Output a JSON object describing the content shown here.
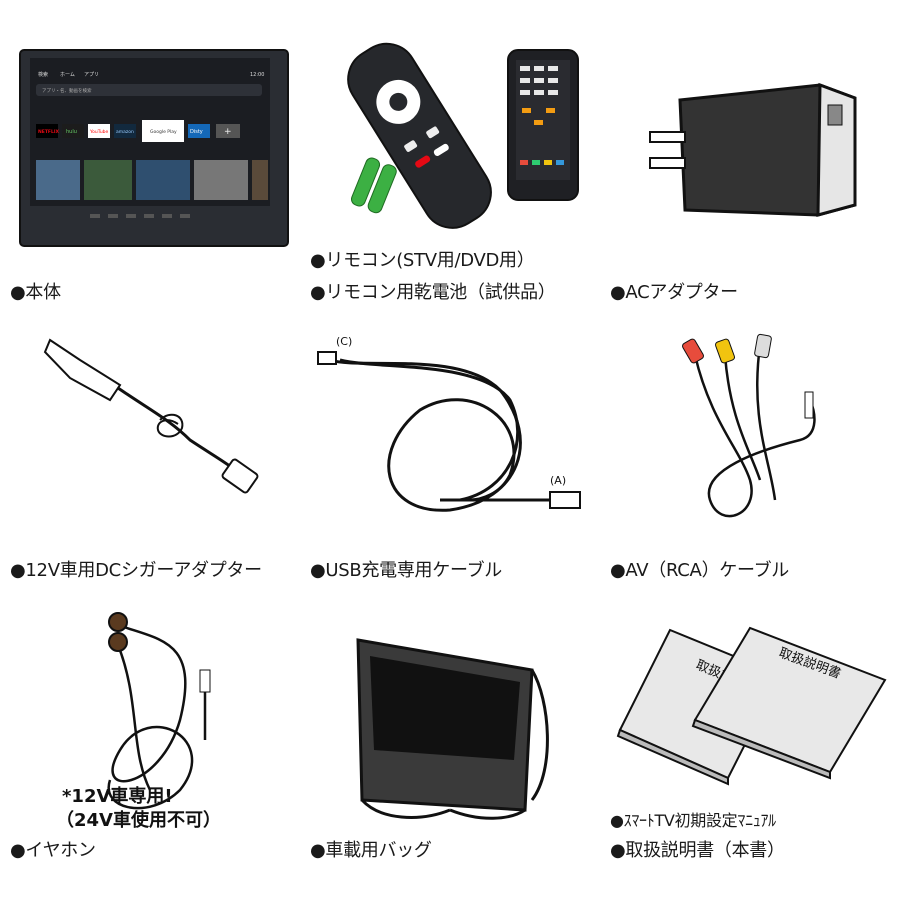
{
  "items": [
    {
      "id": "main-unit",
      "captions": [
        "●本体"
      ]
    },
    {
      "id": "remotes",
      "captions": [
        "●リモコン(STV用/DVD用）",
        "●リモコン用乾電池（試供品）"
      ]
    },
    {
      "id": "ac-adapter",
      "captions": [
        "●ACアダプター"
      ]
    },
    {
      "id": "dc-adapter",
      "captions": [
        "●12V車用DCシガーアダプター"
      ],
      "note": [
        "*12V車専用!",
        "（24V車使用不可）"
      ]
    },
    {
      "id": "usb-cable",
      "captions": [
        "●USB充電専用ケーブル"
      ],
      "labels": {
        "c": "(C)",
        "a": "(A)"
      }
    },
    {
      "id": "av-cable",
      "captions": [
        "●AV（RCA）ケーブル"
      ]
    },
    {
      "id": "earphones",
      "captions": [
        "●イヤホン"
      ]
    },
    {
      "id": "car-bag",
      "captions": [
        "●車載用バッグ"
      ]
    },
    {
      "id": "manuals",
      "captions": [
        "●ｽﾏｰﾄTV初期設定ﾏﾆｭｱﾙ",
        "●取扱説明書（本書）"
      ],
      "book_title": "取扱説明書"
    }
  ],
  "tv_screen": {
    "menu": [
      "検索",
      "ホーム",
      "アプリ"
    ],
    "clock": "12:00",
    "search_hint": "アプリ・名、動画を検索",
    "apps": [
      "NETFLIX",
      "hulu",
      "YouTube",
      "amazon",
      "Google Play",
      "Disty",
      "+"
    ]
  },
  "colors": {
    "accent": "#111111",
    "bg": "#ffffff",
    "netflix": "#e50914",
    "youtube": "#ff0000",
    "battery": "#3cb043"
  }
}
